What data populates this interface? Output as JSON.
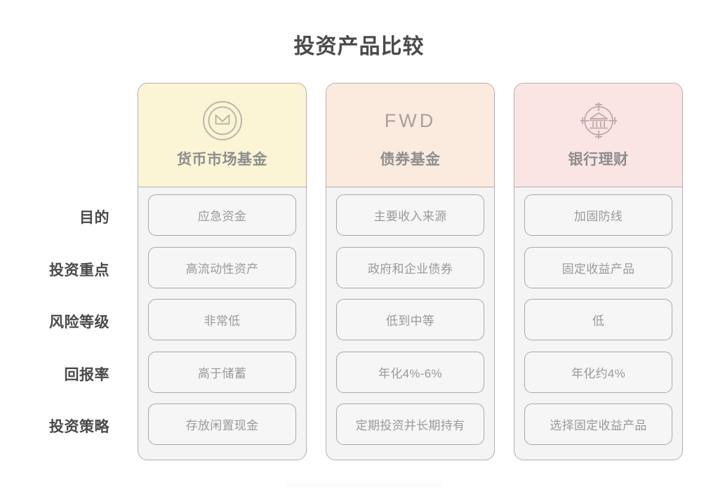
{
  "title": "投资产品比较",
  "row_labels": [
    "目的",
    "投资重点",
    "风险等级",
    "回报率",
    "投资策略"
  ],
  "colors": {
    "col1_header": "#fbf5d5",
    "col2_header": "#fbeade",
    "col3_header": "#fbe4e4",
    "column_body": "#f4f4f4",
    "cell_fill": "#f6f6f6",
    "cell_border": "#a9a9a9",
    "column_border": "#b5b0ad",
    "title_text": "#4a4a4a",
    "cell_text": "#9a9a9a",
    "column_title_text": "#8e8e8e"
  },
  "columns": [
    {
      "logo_icon": "circled-m-coin-icon",
      "logo_text": "",
      "title": "货币市场基金",
      "cells": [
        "应急资金",
        "高流动性资产",
        "非常低",
        "高于储蓄",
        "存放闲置现金"
      ]
    },
    {
      "logo_icon": "fwd-wordmark",
      "logo_text": "FWD",
      "title": "债券基金",
      "cells": [
        "主要收入来源",
        "政府和企业债券",
        "低到中等",
        "年化4%-6%",
        "定期投资并长期持有"
      ]
    },
    {
      "logo_icon": "bank-target-icon",
      "logo_text": "",
      "title": "银行理财",
      "cells": [
        "加固防线",
        "固定收益产品",
        "低",
        "年化约4%",
        "选择固定收益产品"
      ]
    }
  ]
}
